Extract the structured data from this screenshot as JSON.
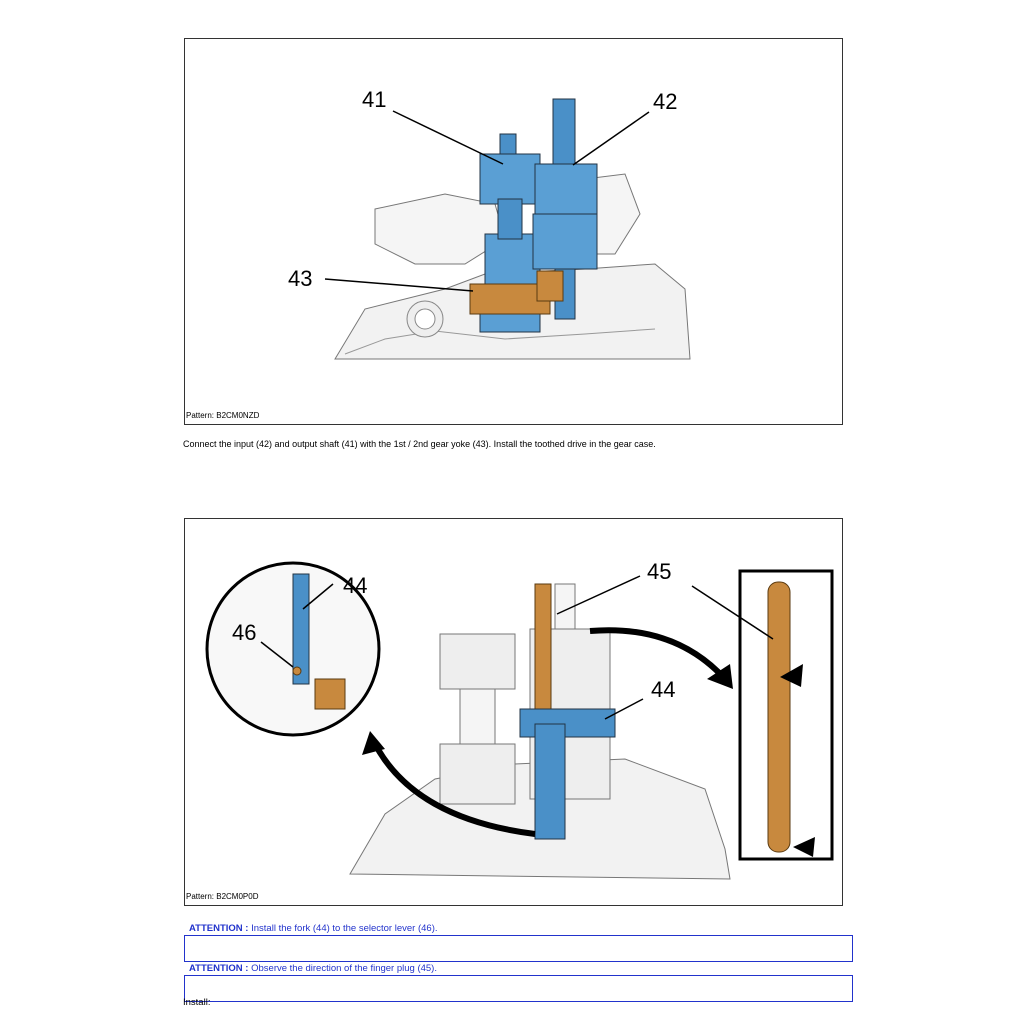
{
  "figures": [
    {
      "caption": "Pattern: B2CM0NZD",
      "callouts": [
        "41",
        "42",
        "43"
      ]
    },
    {
      "caption": "Pattern: B2CM0P0D",
      "callouts": [
        "44",
        "46",
        "45",
        "44"
      ]
    }
  ],
  "description": "Connect the input (42) and output shaft (41) with the 1st / 2nd gear yoke (43). Install the toothed drive in the gear case.",
  "attentions": [
    {
      "label": "ATTENTION :",
      "text": " Install the fork (44) to the selector lever (46)."
    },
    {
      "label": "ATTENTION :",
      "text": " Observe the direction of the finger plug (45)."
    }
  ],
  "install_text": "Install:",
  "colors": {
    "accent_blue": "#2233cc",
    "part_blue": "#4a90c8",
    "part_orange": "#c8893e"
  }
}
